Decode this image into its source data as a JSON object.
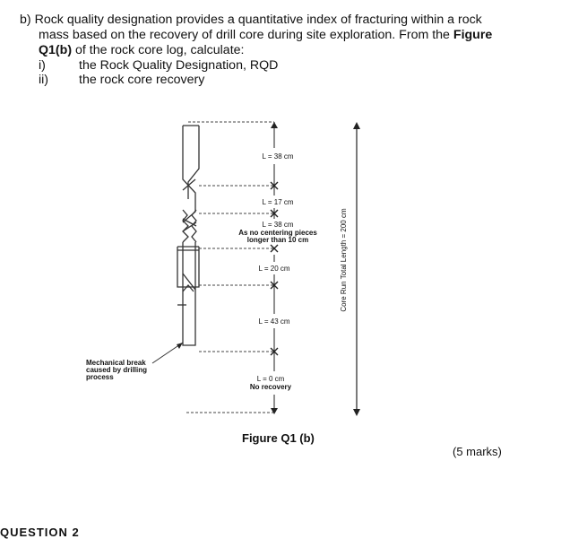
{
  "question": {
    "label": "b)",
    "line1": "Rock quality designation provides a quantitative index of fracturing within a rock",
    "line2": "mass based on the recovery of drill core during site exploration. From the",
    "line2_bold": "Figure",
    "line3_bold": "Q1(b)",
    "line3": "of the rock core log, calculate:",
    "items": [
      {
        "num": "i)",
        "text": "the Rock Quality Designation, RQD"
      },
      {
        "num": "ii)",
        "text": "the rock core recovery"
      }
    ]
  },
  "figure": {
    "segments": [
      {
        "label": "L = 38 cm"
      },
      {
        "label": "L = 17 cm"
      },
      {
        "label": "L = 38 cm",
        "note_line1": "As no centering pieces",
        "note_line2": "longer than 10 cm"
      },
      {
        "label": "L = 20 cm"
      },
      {
        "label": "L = 43 cm"
      },
      {
        "label": "L = 0 cm",
        "note_line1": "No recovery"
      }
    ],
    "mechanical_break": [
      "Mechanical break",
      "caused by drilling",
      "process"
    ],
    "core_run_label": "Core Run Total Length = 200 cm",
    "caption": "Figure Q1 (b)"
  },
  "marks": "(5 marks)",
  "next_section": "QUESTION 2"
}
